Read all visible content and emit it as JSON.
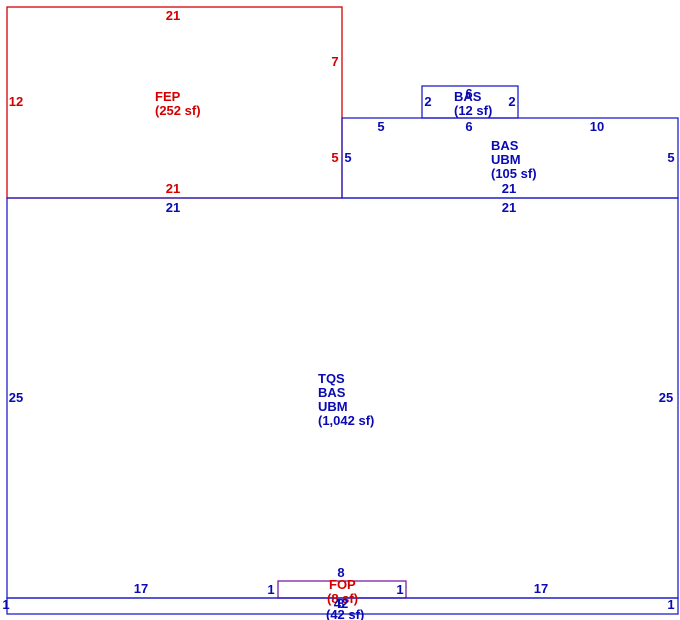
{
  "colors": {
    "red": "#d40000",
    "blue": "#0a0ab4"
  },
  "areas": {
    "fep": {
      "code": "FEP",
      "area": "(252 sf)"
    },
    "bas_small": {
      "code": "BAS",
      "area": "(12 sf)"
    },
    "bas_ubm": {
      "code1": "BAS",
      "code2": "UBM",
      "area": "(105 sf)"
    },
    "main": {
      "code1": "TQS",
      "code2": "BAS",
      "code3": "UBM",
      "area": "(1,042 sf)"
    },
    "fop": {
      "code": "FOP",
      "area": "(8 sf)"
    },
    "bottom_strip": {
      "area": "(42 sf)"
    }
  },
  "dimensions": {
    "fep_top": "21",
    "fep_left": "12",
    "fep_right": "7",
    "fep_right_lower": "5",
    "fep_bottom": "21",
    "bas_small_left": "2",
    "bas_small_top": "6",
    "bas_small_right": "2",
    "bas_small_bottom": "6",
    "ubm_top_left": "5",
    "ubm_top_right": "10",
    "ubm_left": "5",
    "ubm_right": "5",
    "ubm_bottom": "21",
    "main_top_left": "21",
    "main_top_right": "21",
    "main_left": "25",
    "main_right": "25",
    "main_bottom_left": "17",
    "main_bottom_right": "17",
    "fop_top": "8",
    "fop_left": "1",
    "fop_right": "1",
    "fop_bottom": "8",
    "strip_left": "1",
    "strip_right": "1",
    "strip_bottom": "42"
  }
}
